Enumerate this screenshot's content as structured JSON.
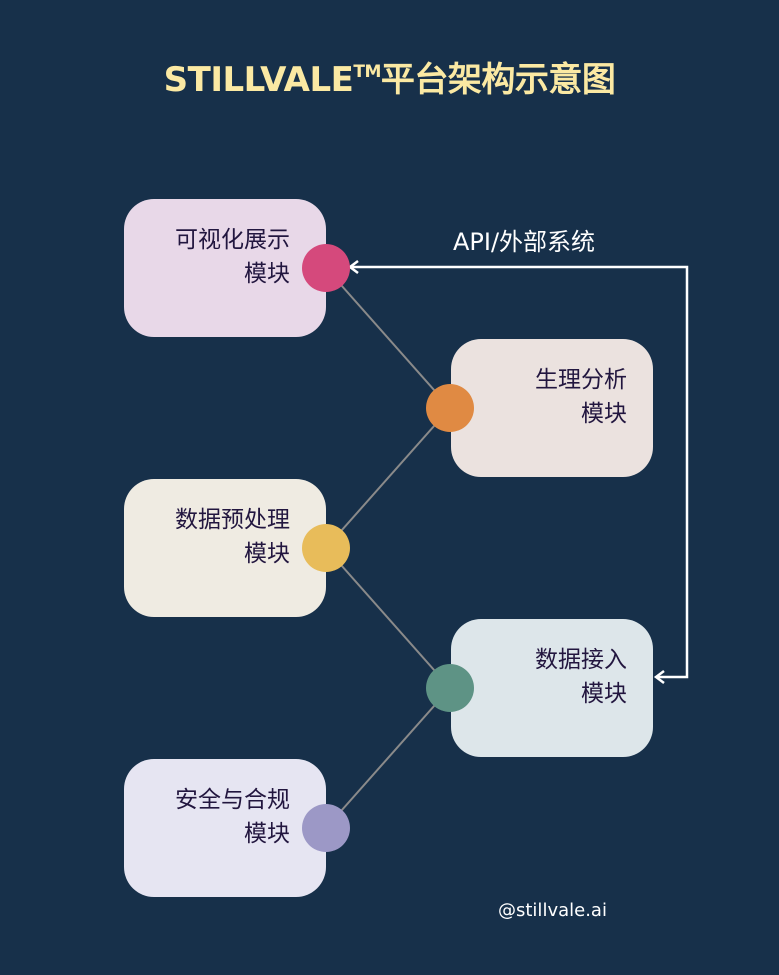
{
  "title": {
    "main": "STILLVALE",
    "trademark": "TM",
    "suffix": "平台架构示意图",
    "color": "#fbe9a3"
  },
  "background_color": "#17304a",
  "modules": [
    {
      "id": "visualization",
      "line1": "可视化展示",
      "line2": "模块",
      "side": "left",
      "box_color": "#e8d8e8",
      "dot_color": "#d5497c"
    },
    {
      "id": "physio-analysis",
      "line1": "生理分析",
      "line2": "模块",
      "side": "right",
      "box_color": "#ebe2df",
      "dot_color": "#e08a43"
    },
    {
      "id": "preprocessing",
      "line1": "数据预处理",
      "line2": "模块",
      "side": "left",
      "box_color": "#efebe2",
      "dot_color": "#e8bc5a"
    },
    {
      "id": "data-ingestion",
      "line1": "数据接入",
      "line2": "模块",
      "side": "right",
      "box_color": "#dde6ea",
      "dot_color": "#5e9385"
    },
    {
      "id": "security-compliance",
      "line1": "安全与合规",
      "line2": "模块",
      "side": "left",
      "box_color": "#e6e5f2",
      "dot_color": "#9c98c6"
    }
  ],
  "connections": [
    [
      "visualization",
      "physio-analysis"
    ],
    [
      "physio-analysis",
      "preprocessing"
    ],
    [
      "preprocessing",
      "data-ingestion"
    ],
    [
      "data-ingestion",
      "security-compliance"
    ]
  ],
  "external": {
    "label": "API/外部系统",
    "links": [
      "visualization",
      "data-ingestion"
    ]
  },
  "footer": {
    "handle": "@stillvale.ai"
  }
}
